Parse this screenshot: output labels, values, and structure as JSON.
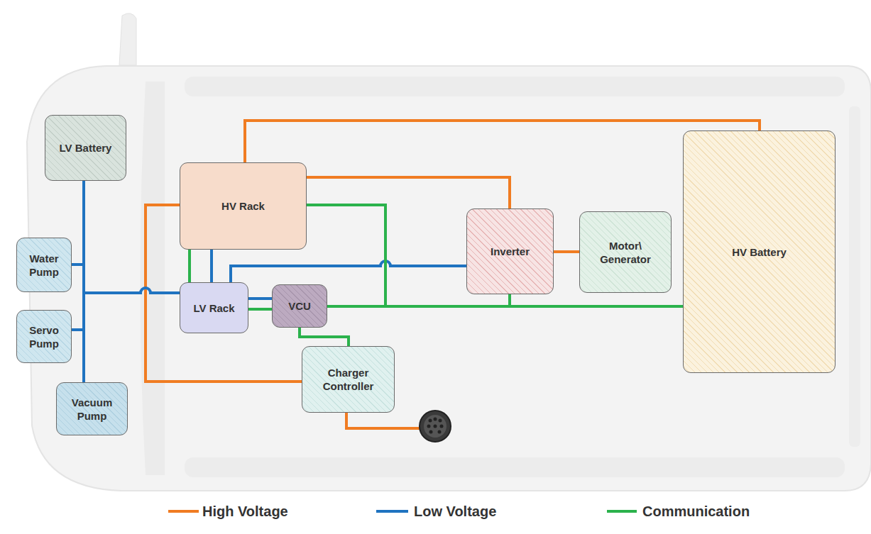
{
  "diagram": {
    "nodes": [
      {
        "text": [
          "LV Battery"
        ]
      },
      {
        "text": [
          "HV Rack"
        ]
      },
      {
        "text": [
          "Water Pump"
        ]
      },
      {
        "text": [
          "Servo Pump"
        ]
      },
      {
        "text": [
          "Vacuum Pump"
        ]
      },
      {
        "text": [
          "LV Rack"
        ]
      },
      {
        "text": [
          "VCU"
        ]
      },
      {
        "text": [
          "Inverter"
        ]
      },
      {
        "text": [
          "Motor\\ Generator"
        ]
      },
      {
        "text": [
          "HV Battery"
        ]
      },
      {
        "text": [
          "Charger Controller"
        ]
      }
    ],
    "edges": [
      {
        "from": 1,
        "to": 9,
        "arrow": "none"
      },
      {
        "from": 1,
        "to": 7,
        "arrow": "none"
      },
      {
        "from": 1,
        "to": 10,
        "arrow": "none"
      },
      {
        "from": 7,
        "to": 8,
        "arrow": "none"
      },
      {
        "from": 0,
        "to": 2,
        "arrow": "none"
      },
      {
        "from": 0,
        "to": 3,
        "arrow": "none"
      },
      {
        "from": 0,
        "to": 4,
        "arrow": "none"
      },
      {
        "from": 0,
        "to": 5,
        "arrow": "none"
      },
      {
        "from": 1,
        "to": 5,
        "arrow": "none"
      },
      {
        "from": 5,
        "to": 7,
        "arrow": "none"
      },
      {
        "from": 5,
        "to": 6,
        "arrow": "none"
      },
      {
        "from": 1,
        "to": 5,
        "arrow": "none"
      },
      {
        "from": 5,
        "to": 6,
        "arrow": "none"
      },
      {
        "from": 6,
        "to": 9,
        "arrow": "none"
      },
      {
        "from": 1,
        "to": 6,
        "arrow": "none"
      },
      {
        "from": 7,
        "to": 6,
        "arrow": "none"
      },
      {
        "from": 6,
        "to": 10,
        "arrow": "none"
      }
    ],
    "legend": [
      {
        "text": "High Voltage"
      },
      {
        "text": "Low Voltage"
      },
      {
        "text": "Communication"
      }
    ]
  }
}
